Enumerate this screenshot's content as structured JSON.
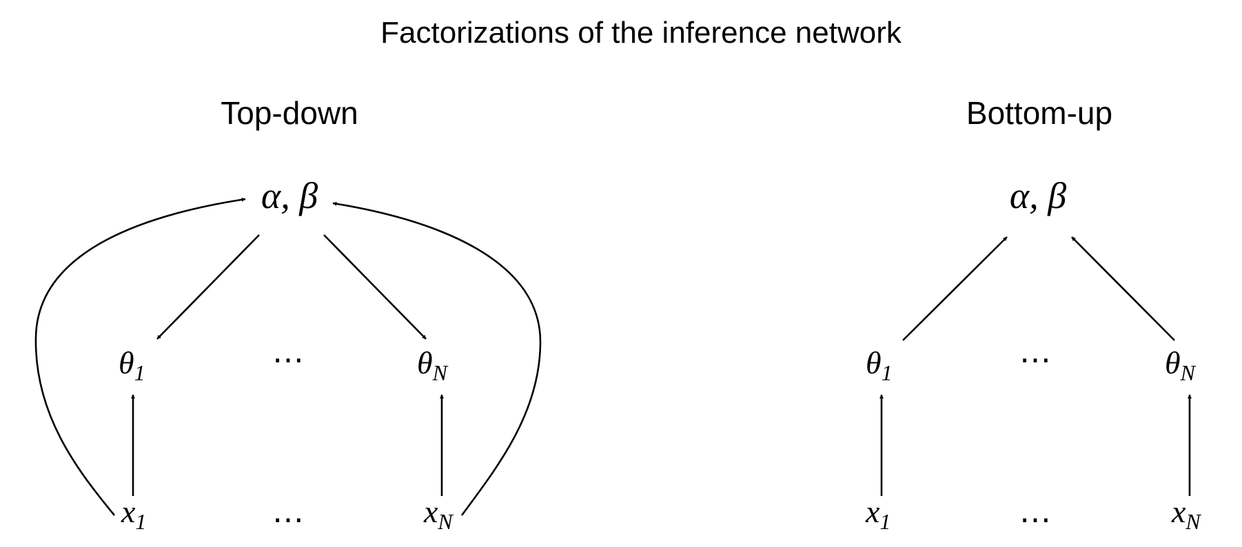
{
  "title": "Factorizations of the inference network",
  "panels": [
    {
      "title": "Top-down",
      "nodes": {
        "global": {
          "symbol": "α, β"
        },
        "theta_first": {
          "symbol": "θ",
          "sub": "1"
        },
        "theta_last": {
          "symbol": "θ",
          "sub": "N"
        },
        "x_first": {
          "symbol": "x",
          "sub": "1"
        },
        "x_last": {
          "symbol": "x",
          "sub": "N"
        },
        "theta_ellipsis": "⋯",
        "x_ellipsis": "⋯"
      }
    },
    {
      "title": "Bottom-up",
      "nodes": {
        "global": {
          "symbol": "α, β"
        },
        "theta_first": {
          "symbol": "θ",
          "sub": "1"
        },
        "theta_last": {
          "symbol": "θ",
          "sub": "N"
        },
        "x_first": {
          "symbol": "x",
          "sub": "1"
        },
        "x_last": {
          "symbol": "x",
          "sub": "N"
        },
        "theta_ellipsis": "⋯",
        "x_ellipsis": "⋯"
      }
    }
  ]
}
